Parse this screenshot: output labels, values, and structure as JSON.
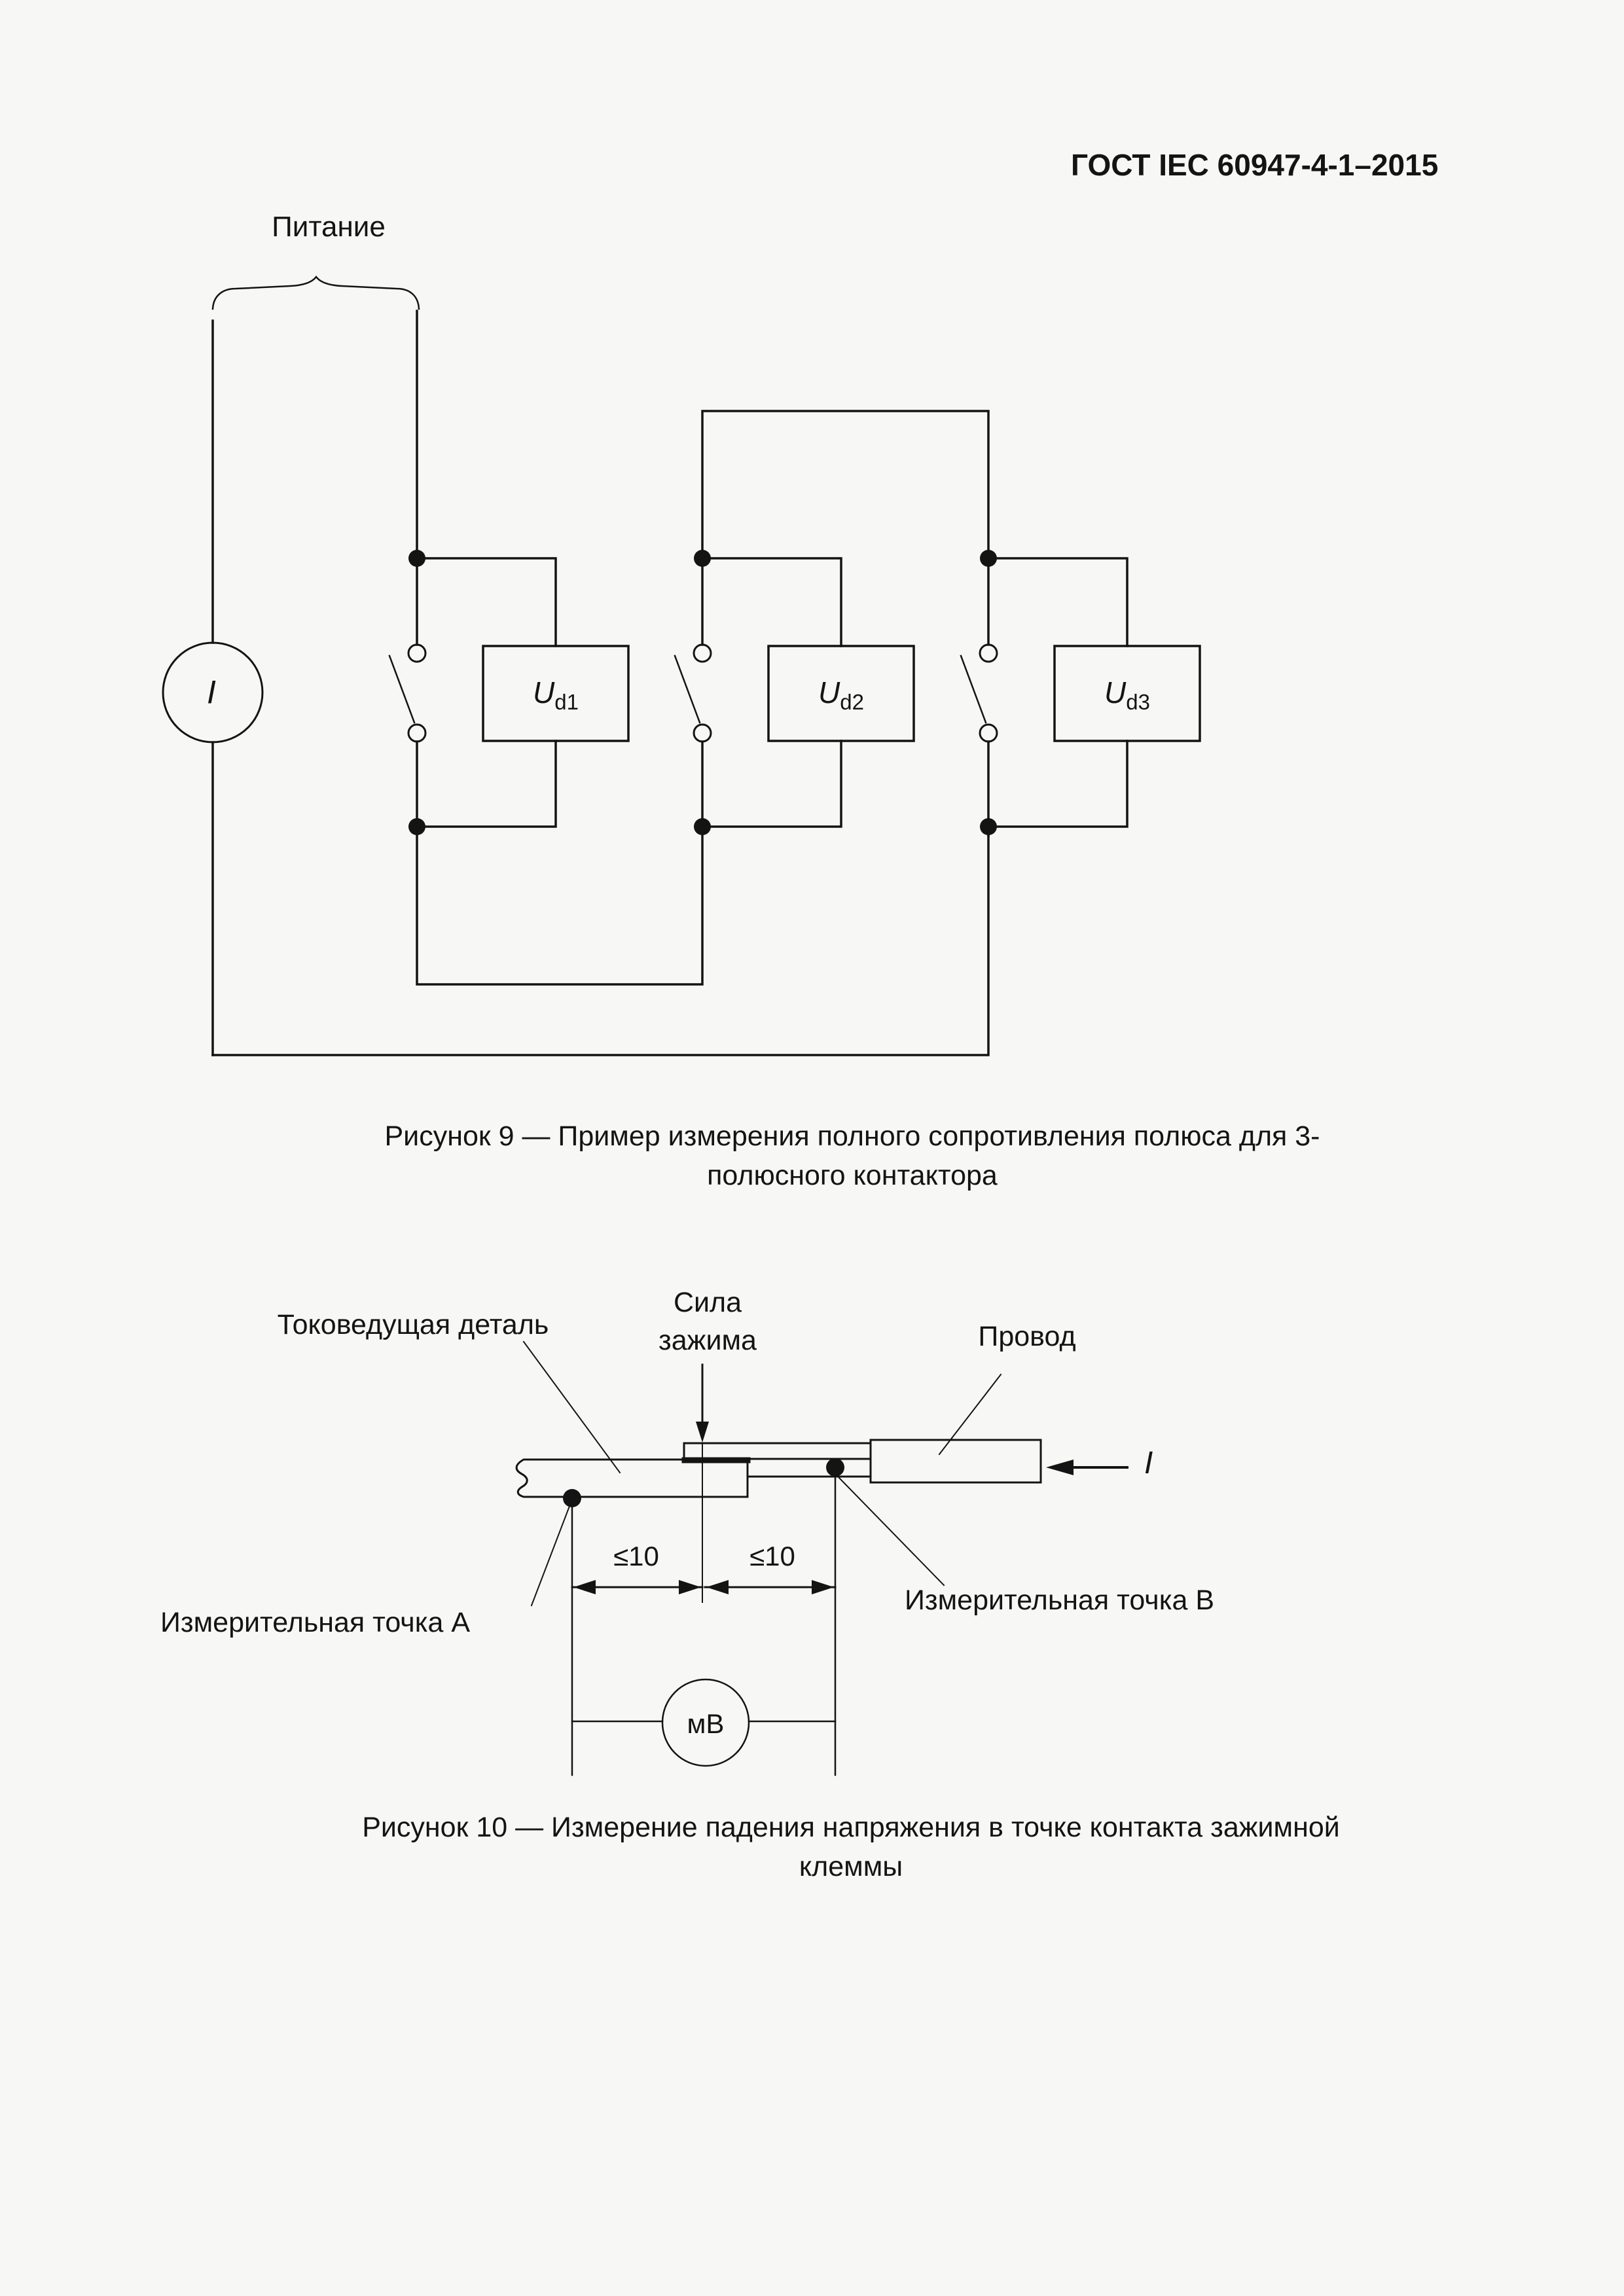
{
  "page": {
    "header": "ГОСТ IEC 60947-4-1–2015",
    "background": "#f7f7f5",
    "ink": "#141414"
  },
  "figure9": {
    "supply_label": "Питание",
    "current_source_label": "I",
    "poles": [
      {
        "u": "U",
        "sub": "d1"
      },
      {
        "u": "U",
        "sub": "d2"
      },
      {
        "u": "U",
        "sub": "d3"
      }
    ],
    "caption_line1": "Рисунок 9 — Пример измерения полного сопротивления полюса для 3-",
    "caption_line2": "полюсного контактора"
  },
  "figure10": {
    "labels": {
      "busbar": "Токоведущая деталь",
      "clamp_force_line1": "Сила",
      "clamp_force_line2": "зажима",
      "wire": "Провод",
      "current": "I",
      "point_a": "Измерительная точка А",
      "point_b": "Измерительная точка В",
      "dim_left": "≤10",
      "dim_right": "≤10",
      "meter": "мВ"
    },
    "caption_line1": "Рисунок 10 — Измерение падения напряжения в точке контакта зажимной",
    "caption_line2": "клеммы"
  }
}
